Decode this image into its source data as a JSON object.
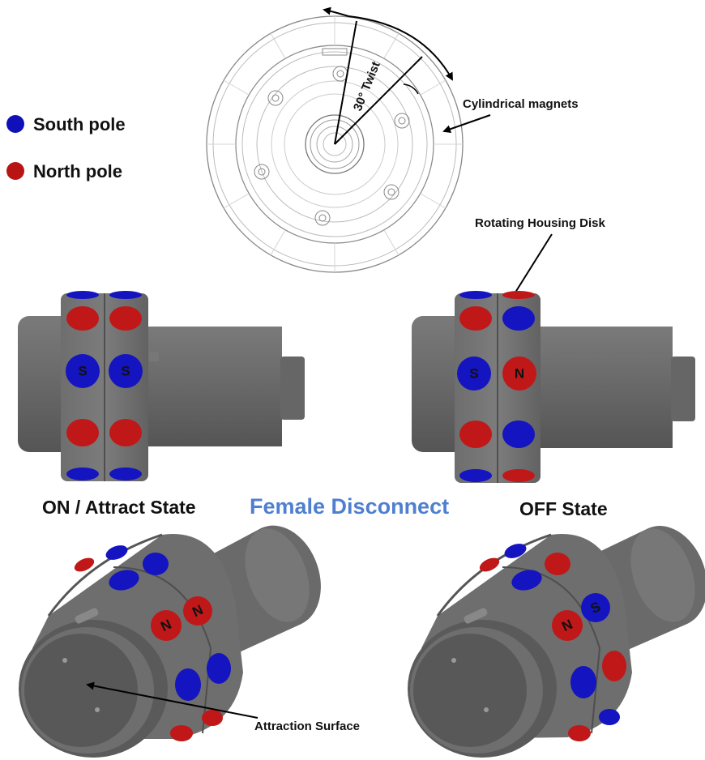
{
  "legend": {
    "south_label": "South pole",
    "north_label": "North pole",
    "south_color": "#1010b8",
    "north_color": "#b81414"
  },
  "top_view": {
    "twist_label": "30° Twist",
    "magnets_label": "Cylindrical magnets"
  },
  "labels": {
    "housing_disk": "Rotating  Housing Disk",
    "on_state": "ON / Attract State",
    "title": "Female Disconnect",
    "off_state": "OFF State",
    "attraction_surface": "Attraction Surface",
    "s_letter": "S",
    "n_letter": "N"
  },
  "colors": {
    "title": "#4f7fcf",
    "metal_dark": "#5a5a5a",
    "metal": "#6c6c6c",
    "metal_light": "#858585",
    "south": "#1414c0",
    "north": "#c01818"
  }
}
